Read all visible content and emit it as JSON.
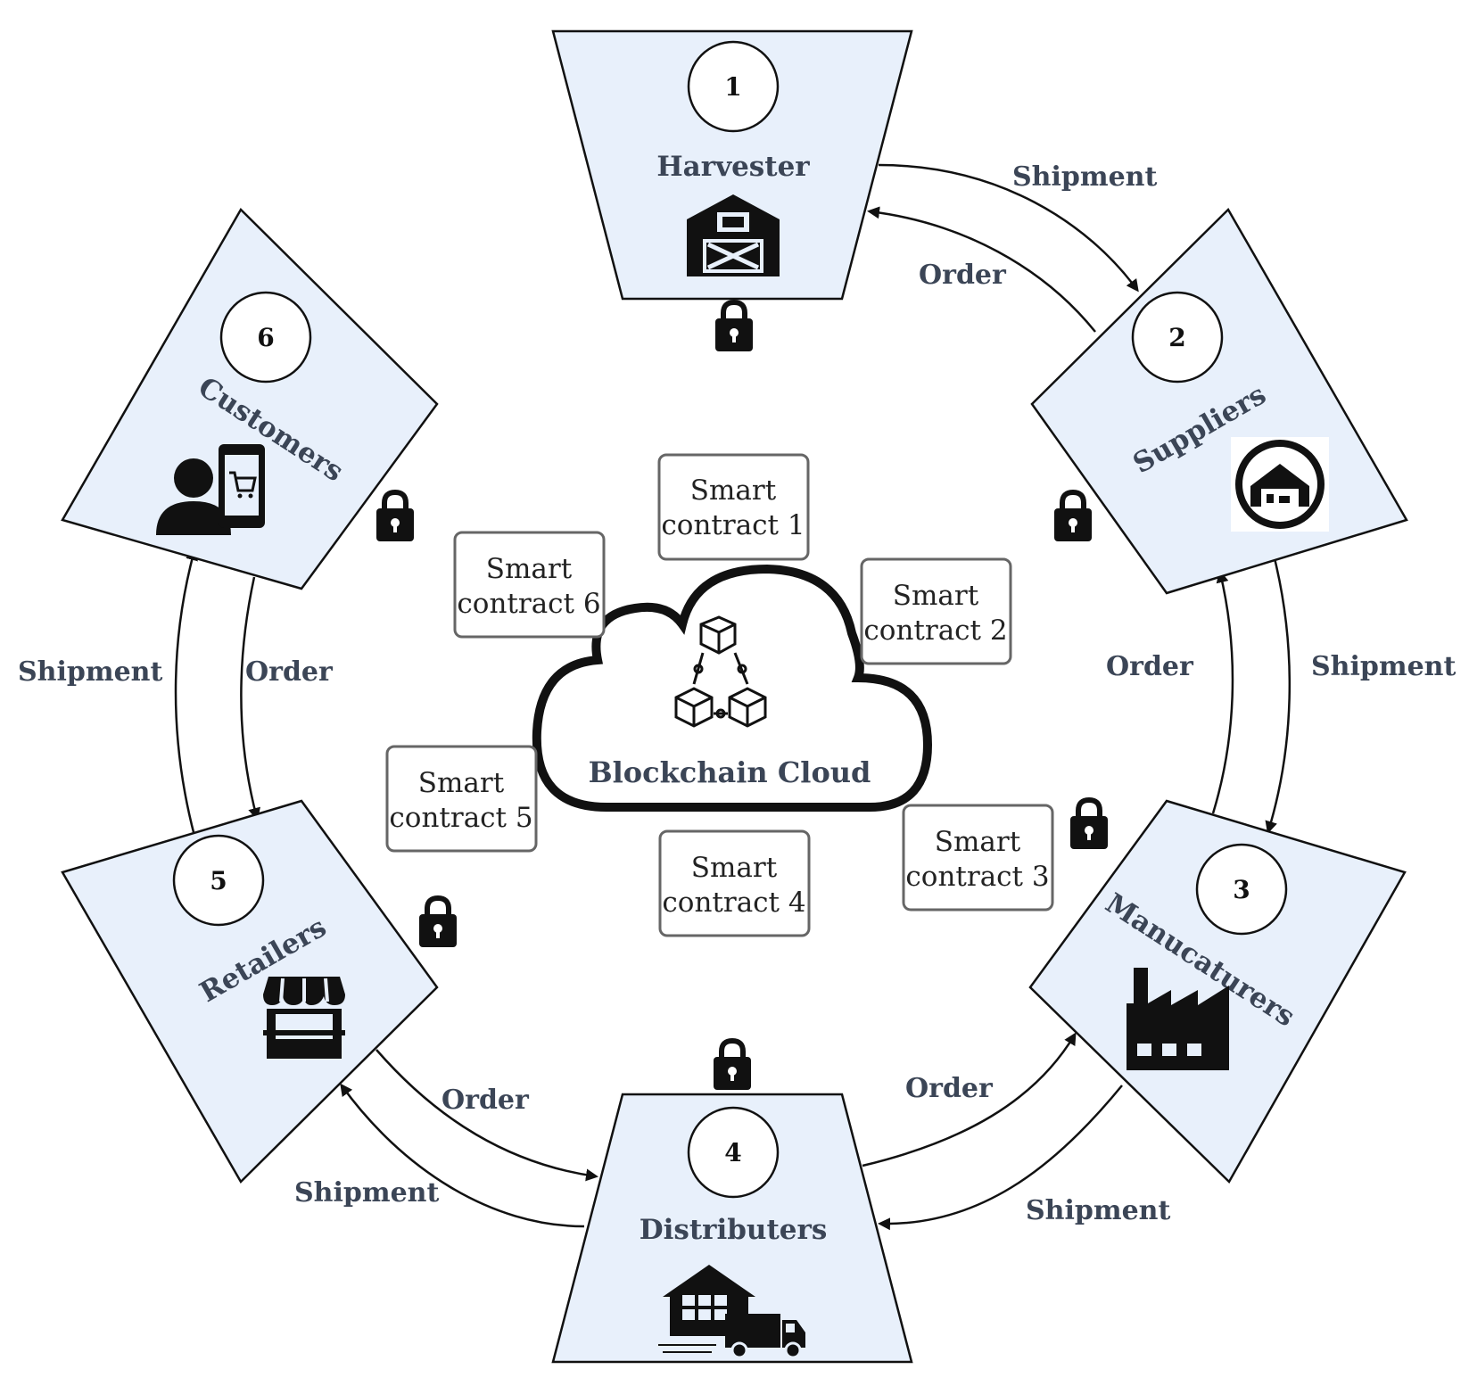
{
  "nodes": [
    {
      "num": "1",
      "label": "Harvester",
      "icon": "barn-icon"
    },
    {
      "num": "2",
      "label": "Suppliers",
      "icon": "warehouse-icon"
    },
    {
      "num": "3",
      "label": "Manucaturers",
      "icon": "factory-icon"
    },
    {
      "num": "4",
      "label": "Distributers",
      "icon": "distribution-truck-icon"
    },
    {
      "num": "5",
      "label": "Retailers",
      "icon": "store-icon"
    },
    {
      "num": "6",
      "label": "Customers",
      "icon": "customer-shopping-icon"
    }
  ],
  "flows": {
    "shipment": "Shipment",
    "order": "Order"
  },
  "contracts": [
    {
      "line1": "Smart",
      "line2": "contract 1"
    },
    {
      "line1": "Smart",
      "line2": "contract 2"
    },
    {
      "line1": "Smart",
      "line2": "contract 3"
    },
    {
      "line1": "Smart",
      "line2": "contract 4"
    },
    {
      "line1": "Smart",
      "line2": "contract 5"
    },
    {
      "line1": "Smart",
      "line2": "contract 6"
    }
  ],
  "center": {
    "label": "Blockchain Cloud",
    "icon": "blockchain-icon"
  },
  "lock_icon": "padlock-icon",
  "colors": {
    "node_fill": "#e8f0fb",
    "label_text": "#3b4556",
    "outline": "#111111"
  }
}
